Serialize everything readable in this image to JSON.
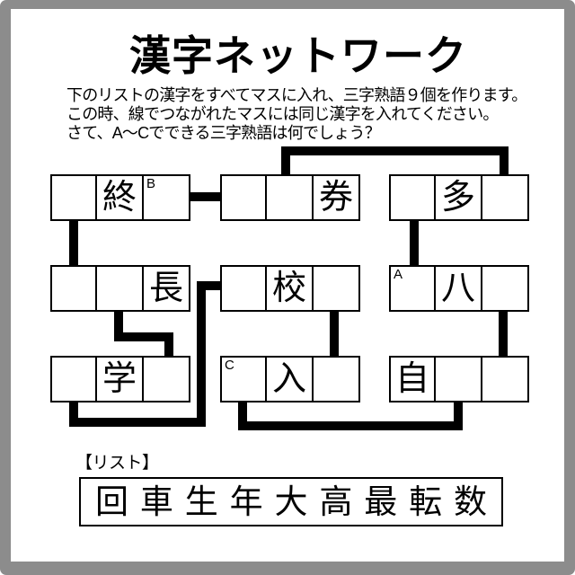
{
  "title": "漢字ネットワーク",
  "instructions": {
    "line1": "下のリストの漢字をすべてマスに入れ、三字熟語９個を作ります。",
    "line2": "この時、線でつながれたマスには同じ漢字を入れてください。",
    "line3": "さて、A〜Cでできる三字熟語は何でしょう？"
  },
  "puzzle": {
    "groups": [
      {
        "cells": [
          {
            "text": "",
            "label": ""
          },
          {
            "text": "終",
            "label": ""
          },
          {
            "text": "",
            "label": "B"
          }
        ]
      },
      {
        "cells": [
          {
            "text": "",
            "label": ""
          },
          {
            "text": "",
            "label": ""
          },
          {
            "text": "券",
            "label": ""
          }
        ]
      },
      {
        "cells": [
          {
            "text": "",
            "label": ""
          },
          {
            "text": "多",
            "label": ""
          },
          {
            "text": "",
            "label": ""
          }
        ]
      },
      {
        "cells": [
          {
            "text": "",
            "label": ""
          },
          {
            "text": "",
            "label": ""
          },
          {
            "text": "長",
            "label": ""
          }
        ]
      },
      {
        "cells": [
          {
            "text": "",
            "label": ""
          },
          {
            "text": "校",
            "label": ""
          },
          {
            "text": "",
            "label": ""
          }
        ]
      },
      {
        "cells": [
          {
            "text": "",
            "label": "A"
          },
          {
            "text": "八",
            "label": ""
          },
          {
            "text": "",
            "label": ""
          }
        ]
      },
      {
        "cells": [
          {
            "text": "",
            "label": ""
          },
          {
            "text": "学",
            "label": ""
          },
          {
            "text": "",
            "label": ""
          }
        ]
      },
      {
        "cells": [
          {
            "text": "",
            "label": "C"
          },
          {
            "text": "入",
            "label": ""
          },
          {
            "text": "",
            "label": ""
          }
        ]
      },
      {
        "cells": [
          {
            "text": "自",
            "label": ""
          },
          {
            "text": "",
            "label": ""
          },
          {
            "text": "",
            "label": ""
          }
        ]
      }
    ]
  },
  "list": {
    "heading": "【リスト】",
    "kanji": [
      "回",
      "車",
      "生",
      "年",
      "大",
      "高",
      "最",
      "転",
      "数"
    ]
  },
  "colors": {
    "frame": "#8c8c8c",
    "ink": "#000000",
    "paper": "#ffffff"
  }
}
